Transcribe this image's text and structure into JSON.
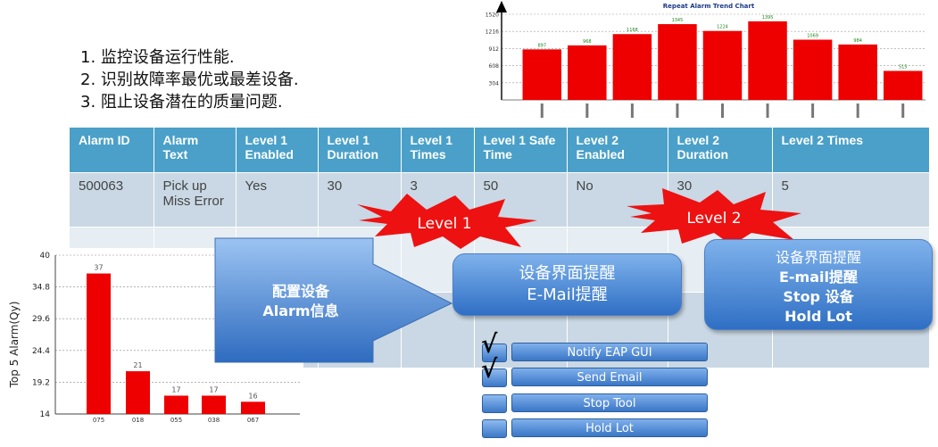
{
  "intro_list": [
    "1. 监控设备运行性能.",
    "2. 识别故障率最优或最差设备.",
    "3. 阻止设备潜在的质量问题."
  ],
  "table": {
    "headers": [
      "Alarm ID",
      "Alarm Text",
      "Level 1 Enabled",
      "Level 1 Duration",
      "Level 1 Times",
      "Level 1 Safe Time",
      "Level 2 Enabled",
      "Level 2 Duration",
      "Level 2 Times"
    ],
    "rows": [
      [
        "500063",
        "Pick up Miss Error",
        "Yes",
        "30",
        "3",
        "50",
        "No",
        "30",
        "5"
      ]
    ]
  },
  "bursts": {
    "level1": "Level 1",
    "level2": "Level 2"
  },
  "arrow_text": [
    "配置设备",
    "Alarm信息"
  ],
  "box1": [
    "设备界面提醒",
    "E-Mail提醒"
  ],
  "box2": [
    "设备界面提醒",
    "E-mail提醒",
    "Stop 设备",
    "Hold Lot"
  ],
  "actions": [
    {
      "label": "Notify EAP GUI",
      "checked": true
    },
    {
      "label": "Send Email",
      "checked": true
    },
    {
      "label": "Stop Tool",
      "checked": false
    },
    {
      "label": "Hold Lot",
      "checked": false
    }
  ],
  "check_glyph": "√",
  "colors": {
    "bar": "#ee0000",
    "table_header": "#4aa0c8",
    "callout": "#3a76c6",
    "burst": "#ee1111"
  },
  "chart_data": [
    {
      "type": "bar",
      "title": "Repeat Alarm Trend Chart",
      "categories": [
        "",
        "",
        "",
        "",
        "",
        "",
        "",
        "",
        ""
      ],
      "values": [
        897,
        968,
        1168,
        1345,
        1224,
        1395,
        1069,
        984,
        515
      ],
      "value_labels": [
        "897",
        "968",
        "1168",
        "1345",
        "1224",
        "1395",
        "1069",
        "984",
        "515"
      ],
      "ytick_labels": [
        "1520",
        "1216",
        "912",
        "608",
        "304"
      ],
      "ylim": [
        0,
        1520
      ],
      "grid": true
    },
    {
      "type": "bar",
      "title": "",
      "ylabel": "Top 5 Alarm(Qy)",
      "categories": [
        "075",
        "018",
        "055",
        "038",
        "067"
      ],
      "values": [
        37,
        21,
        17,
        17,
        16
      ],
      "ytick_labels": [
        "40",
        "34.8",
        "29.6",
        "24.4",
        "19.2",
        "14"
      ],
      "ylim": [
        14,
        40
      ],
      "grid": true
    }
  ]
}
